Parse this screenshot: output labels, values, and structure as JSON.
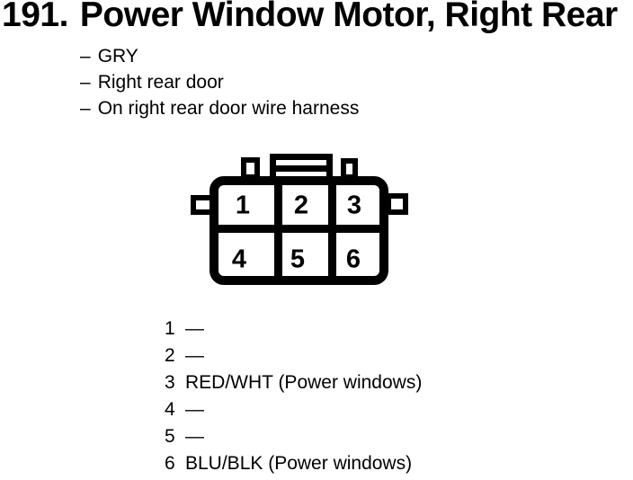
{
  "header": {
    "item_number": "191.",
    "title": "Power Window Motor, Right Rear"
  },
  "details": [
    {
      "bullet": "–",
      "text": "GRY"
    },
    {
      "bullet": "–",
      "text": "Right rear door"
    },
    {
      "bullet": "–",
      "text": "On right rear door wire harness"
    }
  ],
  "connector": {
    "description": "6-pin connector, 2 rows of 3 cavities",
    "pins": [
      "1",
      "2",
      "3",
      "4",
      "5",
      "6"
    ]
  },
  "pinout": [
    {
      "pin": "1",
      "wire": "—"
    },
    {
      "pin": "2",
      "wire": "—"
    },
    {
      "pin": "3",
      "wire": "RED/WHT (Power windows)"
    },
    {
      "pin": "4",
      "wire": "—"
    },
    {
      "pin": "5",
      "wire": "—"
    },
    {
      "pin": "6",
      "wire": "BLU/BLK (Power windows)"
    }
  ],
  "colors": {
    "ink": "#000000",
    "paper": "#ffffff"
  }
}
